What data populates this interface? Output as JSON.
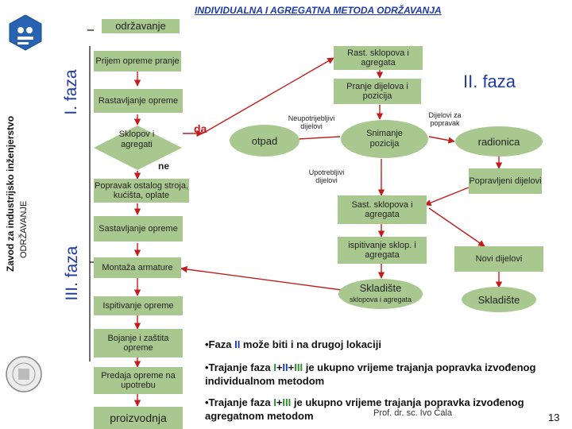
{
  "header": {
    "title": "INDIVIDUALNA I AGREGATNA METODA ODRŽAVANJA",
    "subtitle": "održavanje"
  },
  "sidebar": {
    "institute": "Zavod za industrijsko inženjerstvo",
    "course": "ODRŽAVANJE"
  },
  "phases": {
    "phase1": "I. faza",
    "phase2": "II. faza",
    "phase3": "III. faza"
  },
  "boxes": {
    "prijem": "Prijem opreme pranje",
    "rastavljanje": "Rastavljanje opreme",
    "sklopovi": "Sklopov i agregati",
    "sklopovi_suffix": "ne",
    "da": "da",
    "popravak_ostalog": "Popravak ostalog stroja, kućišta, oplate",
    "sastavljanje": "Sastavljanje opreme",
    "montaza": "Montaža armature",
    "ispitivanje": "Ispitivanje opreme",
    "bojanje": "Bojanje i zaštita opreme",
    "predaja": "Predaja opreme na upotrebu",
    "proizvodnja": "proizvodnja",
    "rast_sklopova": "Rast. sklopova i agregata",
    "pranje_dijelova": "Pranje dijelova i pozicija",
    "snimanje": "Snimanje pozicija",
    "otpad": "otpad",
    "radionica": "radionica",
    "popravljeni": "Popravljeni dijelovi",
    "sast_sklopova": "Sast. sklopova i agregata",
    "ispitivanje_sklop": "ispitivanje sklop. i agregata",
    "novi_dijelovi": "Novi dijelovi",
    "skladiste_main": "Skladište",
    "skladiste_sub": "sklopova i agregata",
    "skladiste2": "Skladište"
  },
  "labels": {
    "neupotrijebljivi": "Neupotrijebljivi dijelovi",
    "upotrebljivi": "Upotrebljivi dijelovi",
    "dijelovi_popravak": "Dijelovi za popravak"
  },
  "bullets": [
    {
      "pre": "•Faza ",
      "p1": "II",
      "mid": " može biti i  na drugoj lokaciji"
    },
    {
      "pre": "•Trajanje faza ",
      "p1": "I",
      "p2": "II",
      "p3": "III",
      "post": " je ukupno vrijeme trajanja popravka izvođenog individualnom  metodom"
    },
    {
      "pre": "•Trajanje faza ",
      "p1": "I",
      "p2": "III",
      "post": " je ukupno vrijeme trajanja popravka izvođenog agregatnom  metodom"
    }
  ],
  "footer": {
    "author": "Prof. dr. sc. Ivo Čala",
    "page": "13"
  },
  "colors": {
    "box_green": "#a9c88f",
    "title_blue": "#1f3ba6",
    "arrow_red": "#c21d1d"
  }
}
